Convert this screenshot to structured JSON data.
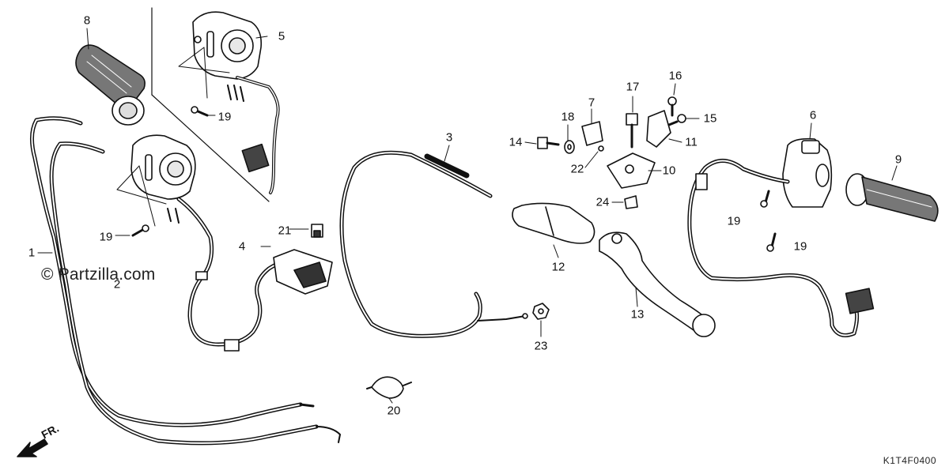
{
  "watermark": "© Partzilla.com",
  "diagram_code": "K1T4F0400",
  "front_label": "FR.",
  "callouts": [
    "1",
    "2",
    "3",
    "4",
    "5",
    "6",
    "7",
    "8",
    "9",
    "10",
    "11",
    "12",
    "13",
    "14",
    "15",
    "16",
    "17",
    "18",
    "19",
    "19",
    "19",
    "20",
    "21",
    "22",
    "23",
    "24"
  ],
  "parts": [
    {
      "ref": "1",
      "name": "throttle-cable"
    },
    {
      "ref": "2",
      "name": "left-switch-housing"
    },
    {
      "ref": "3",
      "name": "clutch-cable"
    },
    {
      "ref": "4",
      "name": "switch-unit"
    },
    {
      "ref": "5",
      "name": "switch-housing"
    },
    {
      "ref": "6",
      "name": "right-switch-housing"
    },
    {
      "ref": "7",
      "name": "clutch-switch"
    },
    {
      "ref": "8",
      "name": "left-grip"
    },
    {
      "ref": "9",
      "name": "right-grip"
    },
    {
      "ref": "10",
      "name": "lever-bracket"
    },
    {
      "ref": "11",
      "name": "lever-holder"
    },
    {
      "ref": "12",
      "name": "lever-cover"
    },
    {
      "ref": "13",
      "name": "clutch-lever"
    },
    {
      "ref": "14",
      "name": "bolt"
    },
    {
      "ref": "15",
      "name": "bolt"
    },
    {
      "ref": "16",
      "name": "screw"
    },
    {
      "ref": "17",
      "name": "pivot-bolt"
    },
    {
      "ref": "18",
      "name": "washer"
    },
    {
      "ref": "19",
      "name": "screw"
    },
    {
      "ref": "20",
      "name": "harness-clip"
    },
    {
      "ref": "21",
      "name": "connector"
    },
    {
      "ref": "22",
      "name": "screw"
    },
    {
      "ref": "23",
      "name": "nut"
    },
    {
      "ref": "24",
      "name": "rubber-cap"
    }
  ]
}
